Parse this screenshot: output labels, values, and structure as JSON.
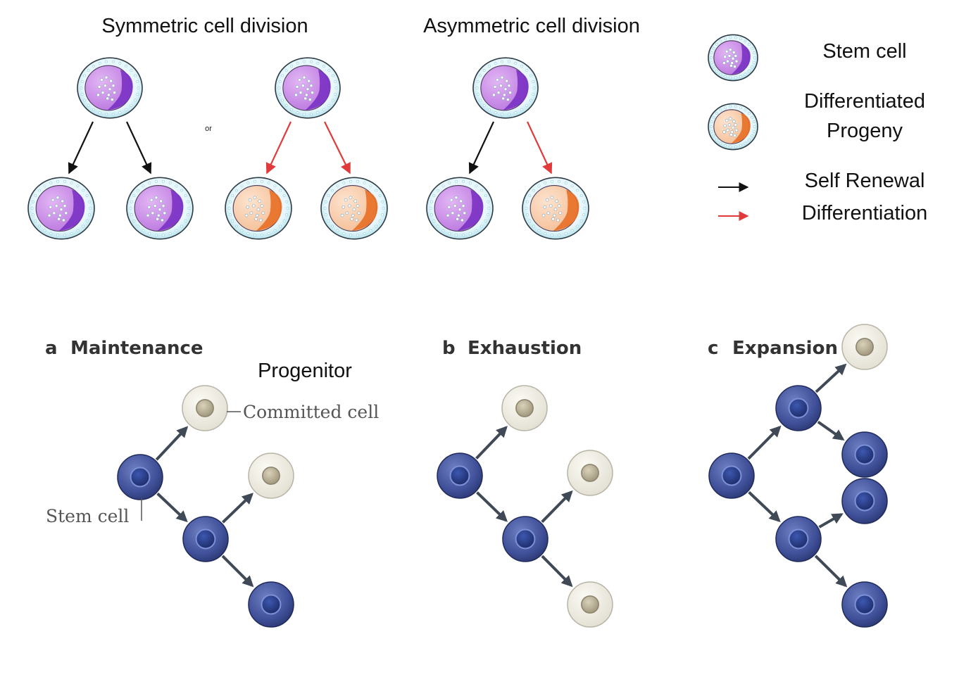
{
  "top": {
    "symmetric_title": "Symmetric cell division",
    "asymmetric_title": "Asymmetric cell division",
    "or_label": "or",
    "legend": {
      "stem_cell": "Stem cell",
      "differentiated_line1": "Differentiated",
      "differentiated_line2": "Progeny",
      "self_renewal": "Self Renewal",
      "differentiation": "Differentiation"
    }
  },
  "bottom": {
    "panel_a": {
      "letter": "a",
      "title": "Maintenance"
    },
    "panel_b": {
      "letter": "b",
      "title": "Exhaustion"
    },
    "panel_c": {
      "letter": "c",
      "title": "Expansion"
    },
    "progenitor_label": "Progenitor",
    "committed_cell_label": "Committed cell",
    "stem_cell_label": "Stem cell"
  },
  "colors": {
    "stem_cytoplasm": "#c98be6",
    "stem_nucleus": "#7c33c4",
    "diff_cytoplasm": "#f7caa6",
    "diff_nucleus": "#e77128",
    "membrane": "#bfe6ef",
    "self_renewal_arrow": "#111111",
    "differentiation_arrow": "#e03a3a",
    "blue_cell": "#3d4d94",
    "committed_cell": "#eeece2",
    "lineage_arrow": "#3f4a56"
  }
}
